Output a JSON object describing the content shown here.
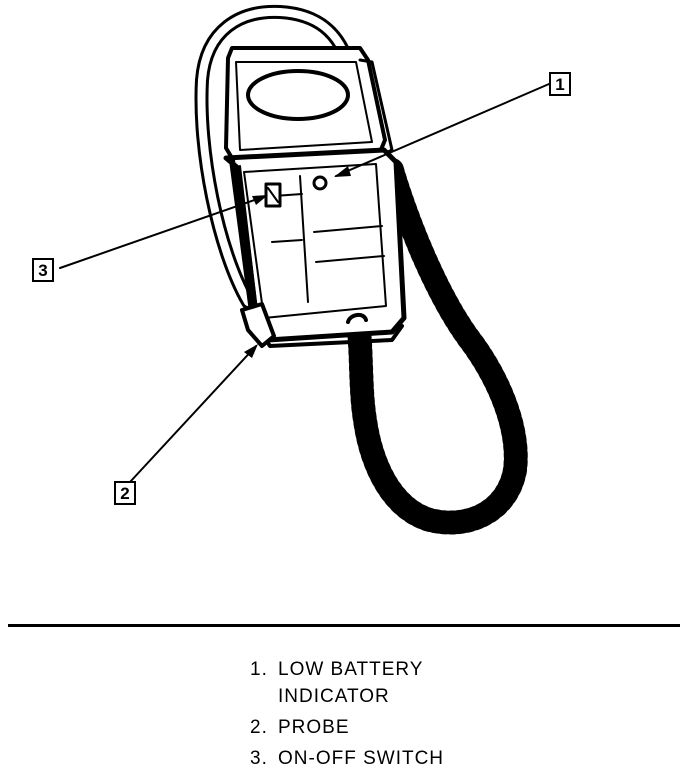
{
  "callouts": [
    {
      "id": "1",
      "label": "1"
    },
    {
      "id": "2",
      "label": "2"
    },
    {
      "id": "3",
      "label": "3"
    }
  ],
  "legend": [
    {
      "number": "1.",
      "lines": [
        "LOW BATTERY",
        "INDICATOR"
      ]
    },
    {
      "number": "2.",
      "lines": [
        "PROBE"
      ]
    },
    {
      "number": "3.",
      "lines": [
        "ON-OFF SWITCH"
      ]
    }
  ]
}
